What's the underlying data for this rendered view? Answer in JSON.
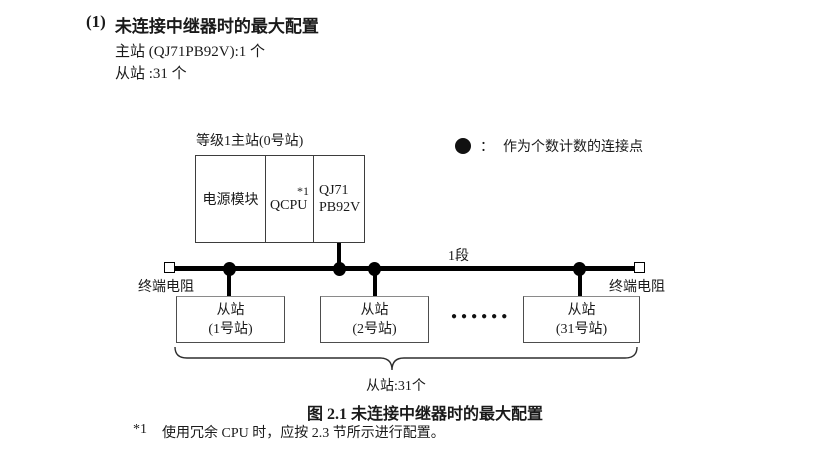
{
  "heading": {
    "number": "(1)",
    "title": "未连接中继器时的最大配置"
  },
  "intro": {
    "master_line": "主站 (QJ71PB92V):1 个",
    "slave_line": "从站 :31 个"
  },
  "legend": {
    "symbol": "●",
    "separator": "：",
    "text": "作为个数计数的连接点"
  },
  "master_station": {
    "label": "等级1主站(0号站)",
    "modules": {
      "power": "电源模块",
      "cpu": "QCPU",
      "cpu_footnote_ref": "*1",
      "pb_line1": "QJ71",
      "pb_line2": "PB92V"
    }
  },
  "bus": {
    "segment_label": "1段",
    "terminator_left": "终端电阻",
    "terminator_right": "终端电阻"
  },
  "slaves": {
    "stations": [
      {
        "name": "从站",
        "number": "(1号站)"
      },
      {
        "name": "从站",
        "number": "(2号站)"
      },
      {
        "name": "从站",
        "number": "(31号站)"
      }
    ],
    "ellipsis": "●●●●●●",
    "brace_label": "从站:31个"
  },
  "caption": "图 2.1 未连接中继器时的最大配置",
  "footnote": {
    "marker": "*1",
    "text": "使用冗余 CPU 时，应按 2.3 节所示进行配置。"
  },
  "appearance": {
    "background": "#ffffff",
    "ink": "#1a1a1a",
    "line_color": "#000000",
    "box_border": "#4d4d4d"
  }
}
